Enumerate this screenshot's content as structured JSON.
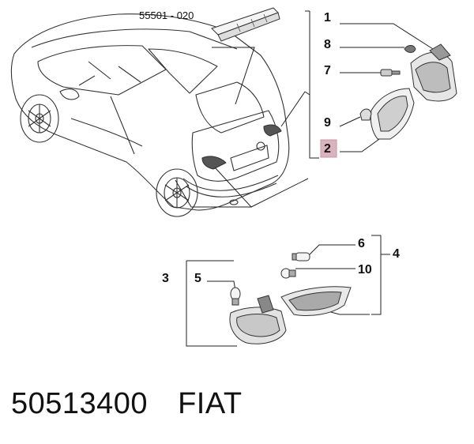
{
  "diagram": {
    "part_code_label": "55501 - 020",
    "callouts": [
      "1",
      "8",
      "7",
      "9",
      "2",
      "6",
      "4",
      "10",
      "3",
      "5"
    ],
    "highlight_callout": "2",
    "highlight_color": "#d9b3bd",
    "line_color": "#222222"
  },
  "footer": {
    "part_number": "50513400",
    "brand": "FIAT"
  }
}
